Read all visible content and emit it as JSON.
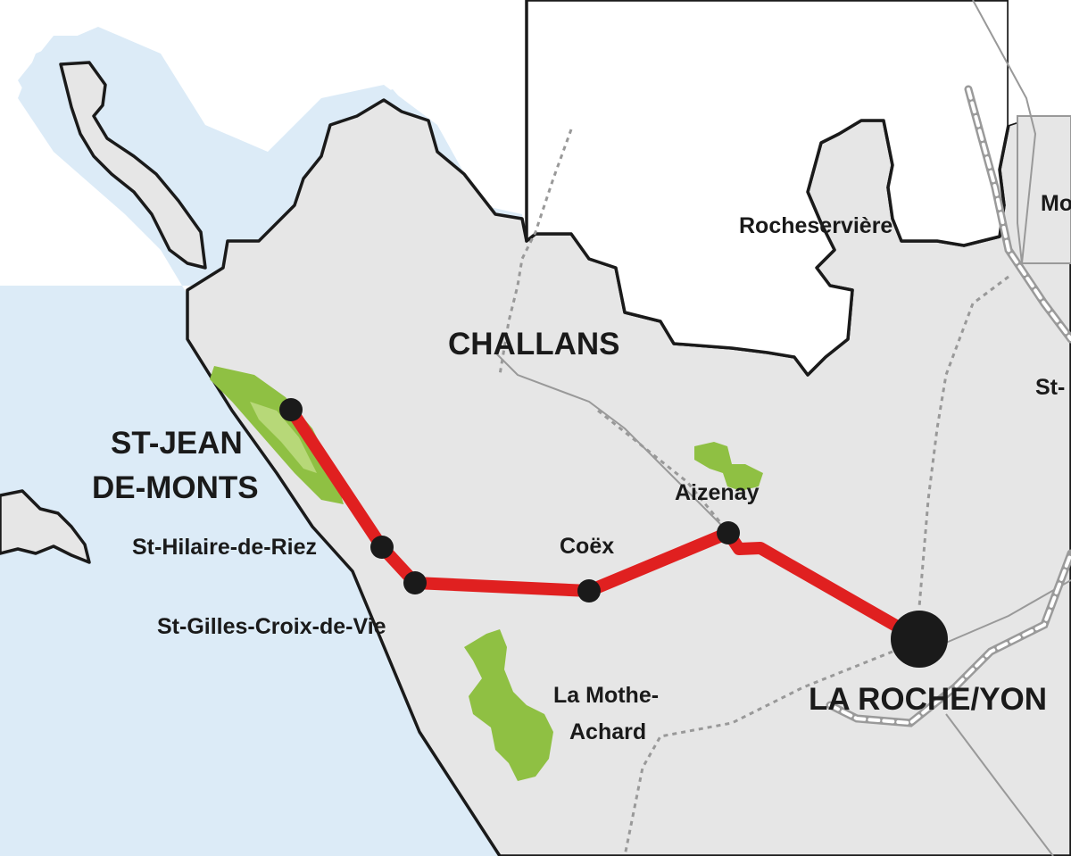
{
  "towns": {
    "st_jean_line1": "ST-JEAN",
    "st_jean_line2": "DE-MONTS",
    "challans": "CHALLANS",
    "rocheserviere": "Rocheservière",
    "aizenay": "Aizenay",
    "coex": "Coëx",
    "st_hilaire": "St-Hilaire-de-Riez",
    "st_gilles": "St-Gilles-Croix-de-Vie",
    "la_mothe_line1": "La Mothe-",
    "la_mothe_line2": "Achard",
    "la_roche": "LA ROCHE/YON",
    "cut_mo": "Mo",
    "cut_st": "St-"
  },
  "colors": {
    "sea": "#dcebf7",
    "land": "#e6e6e6",
    "outside": "#ffffff",
    "coast_stroke": "#1a1a1a",
    "route": "#e02020",
    "stop": "#1a1a1a",
    "forest": "#8fc043",
    "railway": "#9a9a9a",
    "road": "#999999"
  }
}
